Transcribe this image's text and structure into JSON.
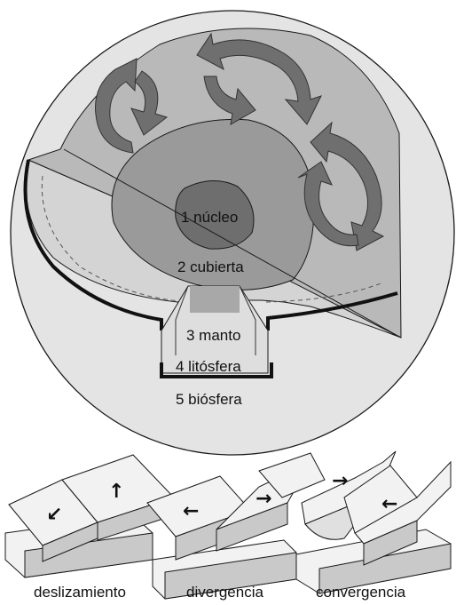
{
  "earth_diagram": {
    "layers": [
      {
        "number": "1",
        "label": "1 núcleo"
      },
      {
        "number": "2",
        "label": "2 cubierta"
      },
      {
        "number": "3",
        "label": "3 manto"
      },
      {
        "number": "4",
        "label": "4 litósfera"
      },
      {
        "number": "5",
        "label": "5 biósfera"
      }
    ],
    "convection_arrow_count": 3
  },
  "plate_boundaries": [
    {
      "caption": "deslizamiento",
      "arrows": [
        "↙",
        "↑"
      ]
    },
    {
      "caption": "divergencia",
      "arrows": [
        "←",
        "→"
      ]
    },
    {
      "caption": "convergencia",
      "arrows": [
        "→",
        "←"
      ]
    }
  ],
  "colors": {
    "outer_shell": "#e4e4e4",
    "mantle_face": "#b9b9b9",
    "inner_layer": "#9a9a9a",
    "core": "#6e6e6e",
    "cutaway_floor": "#d4d4d4",
    "convection_arrow": "#6f6f6f",
    "block_light": "#f2f2f2",
    "block_side": "#c9c9c9",
    "outline": "#1a1a1a"
  }
}
